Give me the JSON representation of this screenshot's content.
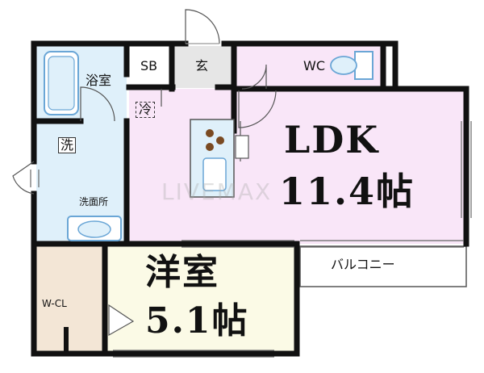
{
  "rooms": {
    "ldk_name": "LDK",
    "ldk_size": "11.4帖",
    "bedroom_name": "洋室",
    "bedroom_size": "5.1帖",
    "bath": "浴室",
    "washroom": "洗面所",
    "toilet": "WC",
    "entrance": "玄",
    "shoebox": "SB",
    "refrigerator": "冷",
    "washer": "洗",
    "closet": "W-CL",
    "balcony": "バルコニー"
  },
  "watermark": "LIVEMAX",
  "colors": {
    "wall": "#111111",
    "ldk_fill": "#f9e6f8",
    "bedroom_fill": "#fbfae6",
    "closet_fill": "#f3e6d6",
    "wet_fill": "#dff0fa",
    "entrance_fill": "#e6e6e6",
    "fixture": "#6aa6d6",
    "stove_burner": "#7a4a22"
  }
}
